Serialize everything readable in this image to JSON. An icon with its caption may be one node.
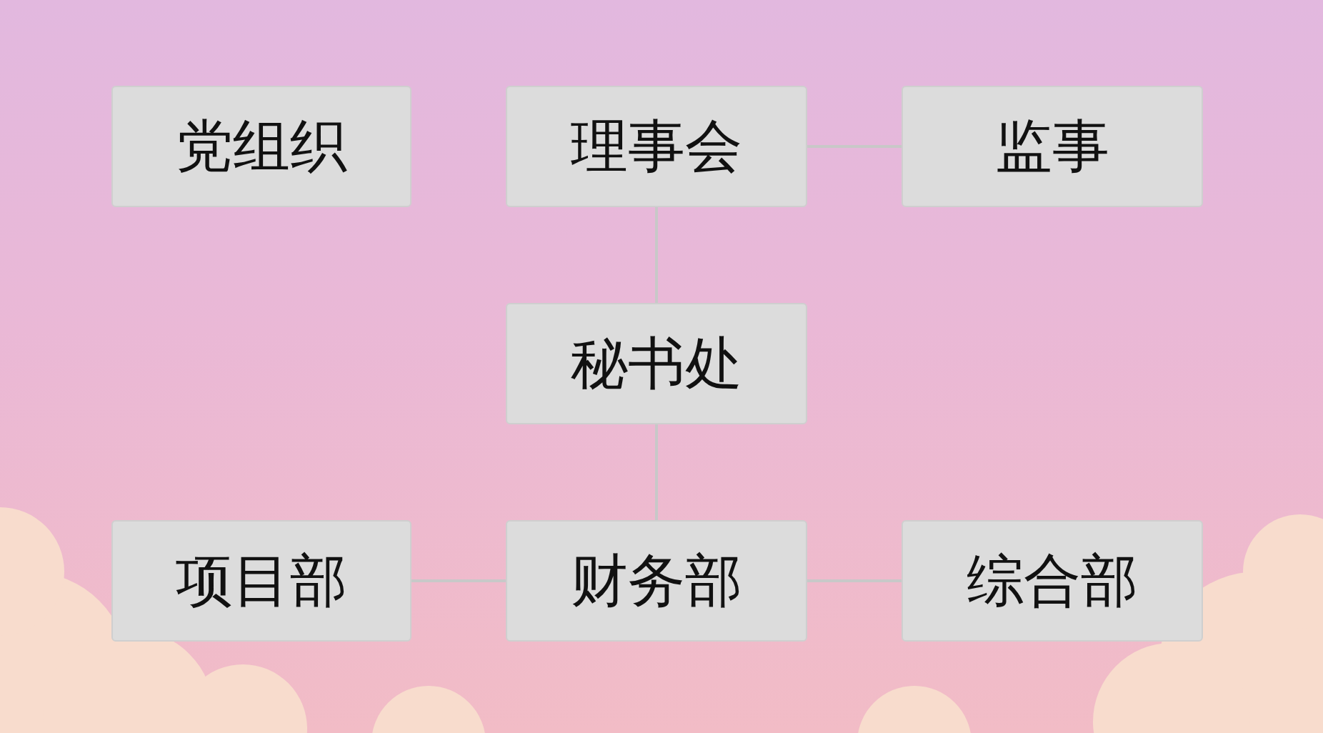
{
  "diagram": {
    "nodes": [
      {
        "text": [
          "党组织"
        ]
      },
      {
        "text": [
          "理事会"
        ]
      },
      {
        "text": [
          "监事"
        ]
      },
      {
        "text": [
          "秘书处"
        ]
      },
      {
        "text": [
          "项目部"
        ]
      },
      {
        "text": [
          "财务部"
        ]
      },
      {
        "text": [
          "综合部"
        ]
      }
    ],
    "edges": [
      {
        "from": 1,
        "to": 2,
        "arrow": "none"
      },
      {
        "from": 1,
        "to": 3,
        "arrow": "none"
      },
      {
        "from": 3,
        "to": 5,
        "arrow": "none"
      },
      {
        "from": 4,
        "to": 5,
        "arrow": "none"
      },
      {
        "from": 5,
        "to": 6,
        "arrow": "none"
      }
    ]
  }
}
